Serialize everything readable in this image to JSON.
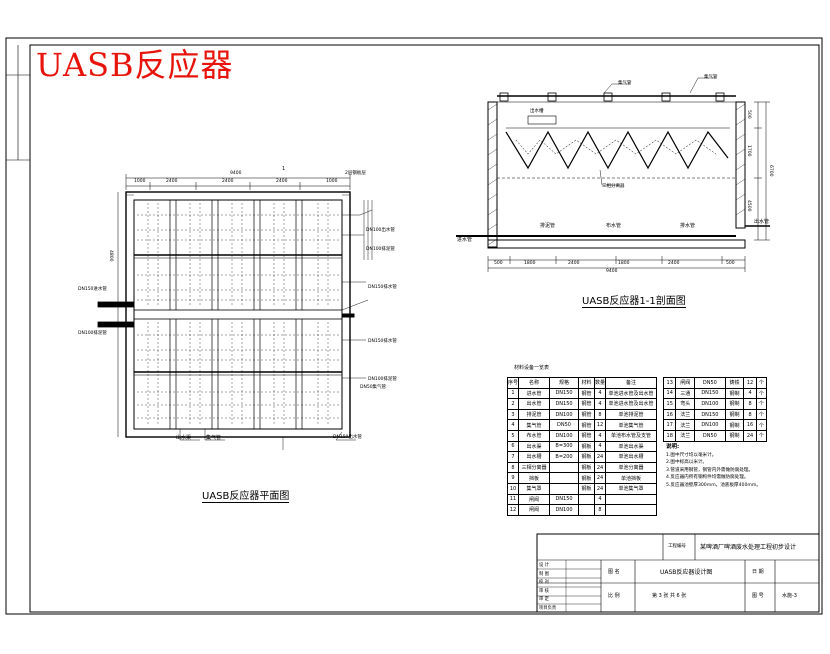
{
  "title": "UASB反应器",
  "plan": {
    "caption": "UASB反应器平面图",
    "dims_top": [
      "1000",
      "2400",
      "2400",
      "2400",
      "1000"
    ],
    "dim_total": "9400",
    "dim_left": "4800",
    "section_marker": "1",
    "labels_right": [
      "2层钢板层",
      "DN100出水管",
      "DN100排泥管",
      "DN150排水管",
      "DN150排水管",
      "DN100排泥管",
      "DN50集气管"
    ],
    "labels_left": [
      "DN150进水管",
      "DN100排泥管"
    ],
    "labels_bottom": [
      "出水渠",
      "集气管",
      "DN150出水管"
    ]
  },
  "section": {
    "caption": "UASB反应器1-1剖面图",
    "labels_top": [
      "集气管",
      "集气管"
    ],
    "label_overflow": "出水槽",
    "label_separator": "三相分离器",
    "label_inlet_left": "进水管",
    "label_outlet_right": "出水管",
    "labels_pipes": [
      "排泥管",
      "布水管",
      "排水管"
    ],
    "dims_bottom": [
      "500",
      "1800",
      "2400",
      "1800",
      "2400",
      "500"
    ],
    "dim_total": "9400",
    "dims_right": [
      "500",
      "1700",
      "4500"
    ],
    "dim_height": "6700"
  },
  "materials_table": {
    "title": "材料设备一览表",
    "headers": [
      "序号",
      "名称",
      "规格",
      "材料",
      "数量",
      "备注"
    ],
    "rows": [
      [
        "1",
        "进水管",
        "DN150",
        "钢管",
        "4",
        "单池进水管及出水管"
      ],
      [
        "2",
        "出水管",
        "DN150",
        "钢管",
        "4",
        "单池进水管及出水管"
      ],
      [
        "3",
        "排泥管",
        "DN100",
        "钢管",
        "8",
        "单池排泥管"
      ],
      [
        "4",
        "集气管",
        "DN50",
        "钢管",
        "12",
        "单池集气管"
      ],
      [
        "5",
        "布水管",
        "DN100",
        "钢管",
        "4",
        "单池布水管及支管"
      ],
      [
        "6",
        "出水渠",
        "B=300",
        "钢板",
        "4",
        "单池出水渠"
      ],
      [
        "7",
        "出水槽",
        "B=200",
        "钢板",
        "24",
        "单池出水槽"
      ],
      [
        "8",
        "三相分离器",
        "",
        "钢板",
        "24",
        "单池分离器"
      ],
      [
        "9",
        "挡板",
        "",
        "钢板",
        "24",
        "单池挡板"
      ],
      [
        "10",
        "集气罩",
        "",
        "钢板",
        "24",
        "单池集气罩"
      ],
      [
        "11",
        "闸阀",
        "DN150",
        "",
        "4",
        ""
      ],
      [
        "12",
        "闸阀",
        "DN100",
        "",
        "8",
        ""
      ]
    ]
  },
  "side_table": {
    "rows": [
      [
        "13",
        "闸阀",
        "DN50",
        "铸铁",
        "12",
        "个"
      ],
      [
        "14",
        "三通",
        "DN150",
        "钢制",
        "4",
        "个"
      ],
      [
        "15",
        "弯头",
        "DN100",
        "钢制",
        "8",
        "个"
      ],
      [
        "16",
        "法兰",
        "DN150",
        "钢制",
        "8",
        "个"
      ],
      [
        "17",
        "法兰",
        "DN100",
        "钢制",
        "16",
        "个"
      ],
      [
        "18",
        "法兰",
        "DN50",
        "钢制",
        "24",
        "个"
      ]
    ]
  },
  "notes": {
    "heading": "说明:",
    "items": [
      "1.图中尺寸均以毫米计。",
      "2.图中标高以米计。",
      "3.管道采用钢管，钢管内外需做防腐处理。",
      "4.反应器内所有钢构件均需做防腐处理。",
      "5.反应器池壁厚300mm，池底板厚400mm。"
    ]
  },
  "title_block": {
    "project_code": "工程编号",
    "project_name": "某啤酒厂啤酒废水处理工程初步设计",
    "drawing_name_label": "图 名",
    "drawing_name": "UASB反应器设计图",
    "scale_label": "比 例",
    "sheet_label": "第 3 张 共 6 张",
    "date_label": "日 期",
    "number_label": "图 号",
    "number_value": "水施-3",
    "roles": [
      "设 计",
      "制 图",
      "校 对",
      "审 核",
      "审 定",
      "项目负责"
    ]
  }
}
